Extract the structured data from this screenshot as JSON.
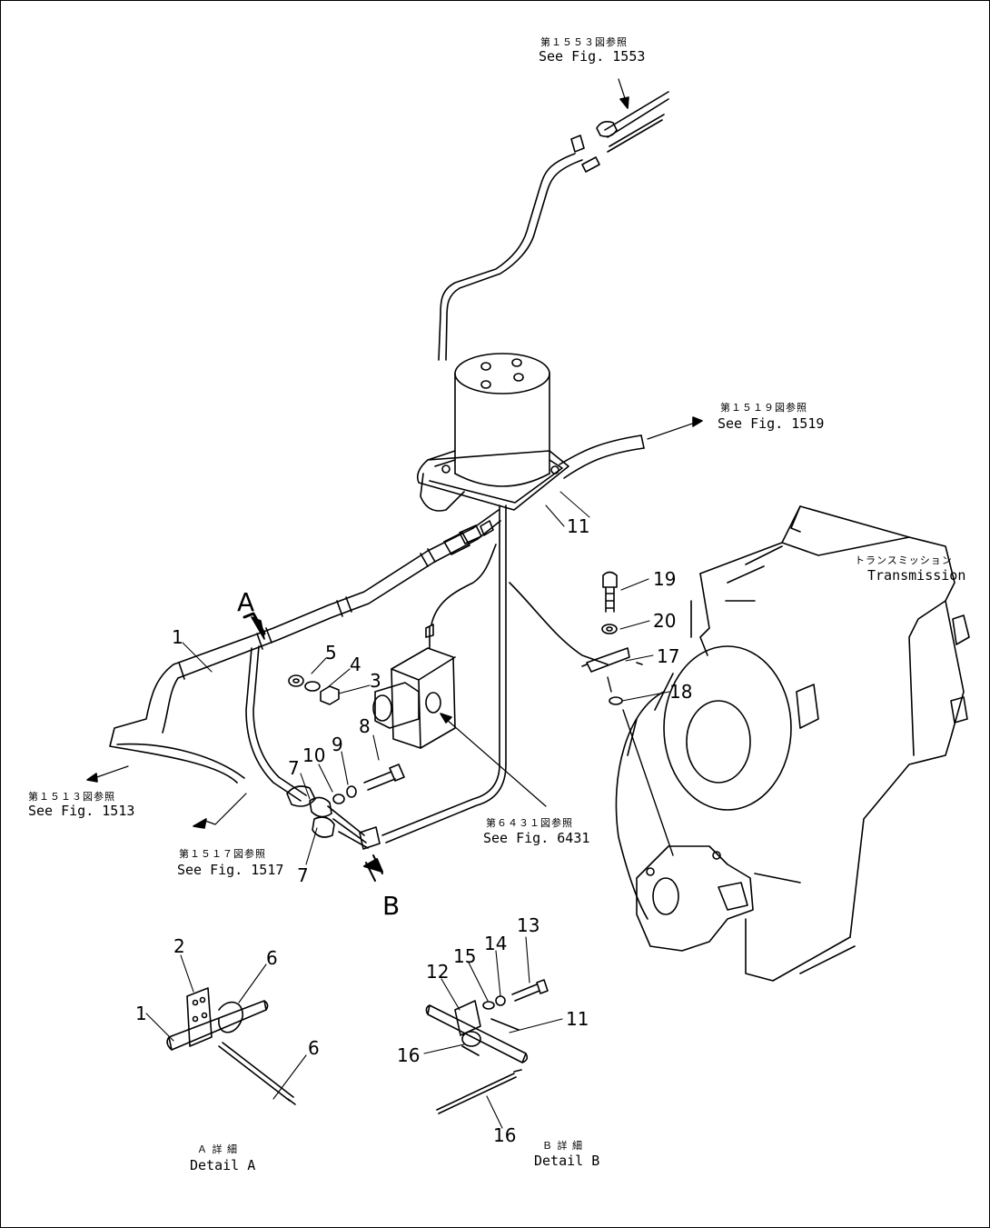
{
  "refs": {
    "fig1553": {
      "jp": "第１５５３図参照",
      "en": "See Fig. 1553"
    },
    "fig1519": {
      "jp": "第１５１９図参照",
      "en": "See Fig. 1519"
    },
    "fig1513": {
      "jp": "第１５１３図参照",
      "en": "See Fig. 1513"
    },
    "fig1517": {
      "jp": "第１５１７図参照",
      "en": "See Fig. 1517"
    },
    "fig6431": {
      "jp": "第６４３１図参照",
      "en": "See Fig. 6431"
    }
  },
  "transmission": {
    "jp": "トランスミッション",
    "en": "Transmission"
  },
  "view_markers": {
    "a": "A",
    "b": "B"
  },
  "details": {
    "a": {
      "jp": "Ａ 詳 細",
      "en": "Detail A"
    },
    "b": {
      "jp": "Ｂ 詳 細",
      "en": "Detail B"
    }
  },
  "callouts": {
    "main": [
      "1",
      "5",
      "4",
      "3",
      "8",
      "9",
      "10",
      "7",
      "7",
      "11",
      "19",
      "20",
      "17",
      "18"
    ],
    "detail_a": [
      "2",
      "6",
      "1",
      "6"
    ],
    "detail_b": [
      "13",
      "14",
      "15",
      "12",
      "11",
      "16",
      "16"
    ]
  },
  "colors": {
    "ink": "#000000",
    "paper": "#ffffff"
  }
}
